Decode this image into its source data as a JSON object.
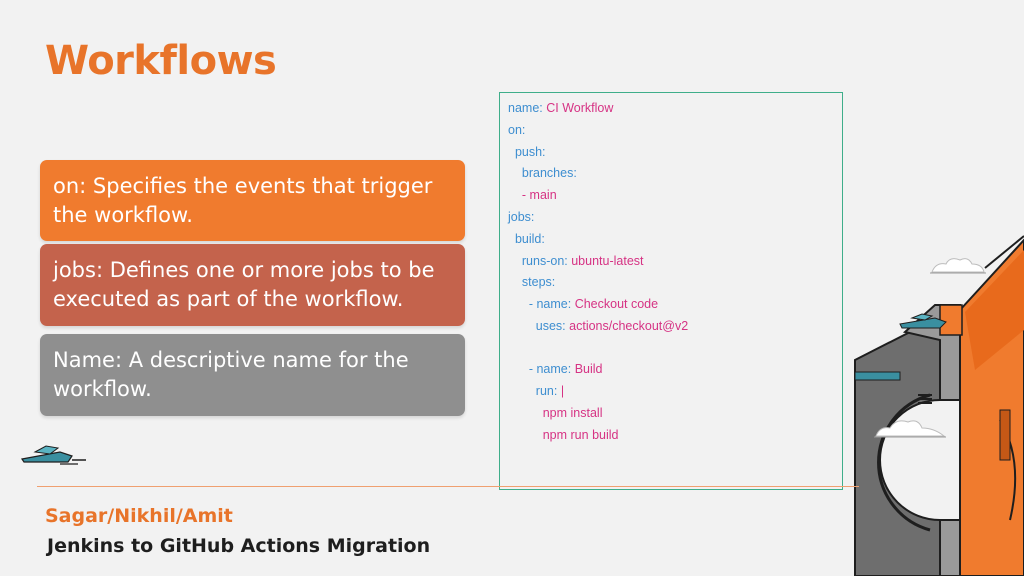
{
  "title": "Workflows",
  "cards": [
    {
      "text": "on: Specifies the events that trigger the workflow.",
      "color": "#f07b2e"
    },
    {
      "text": "jobs: Defines one or more jobs to be executed as part of the workflow.",
      "color": "#c4634c"
    },
    {
      "text": "Name: A descriptive name for the workflow.",
      "color": "#8f8f8f"
    }
  ],
  "code": [
    {
      "key": "name:",
      "value": "CI Workflow"
    },
    {
      "key": "on:",
      "value": ""
    },
    {
      "key": "  push:",
      "value": ""
    },
    {
      "key": "    branches:",
      "value": ""
    },
    {
      "key": "    -",
      "value": "main"
    },
    {
      "key": "jobs:",
      "value": ""
    },
    {
      "key": "  build:",
      "value": ""
    },
    {
      "key": "    runs-on:",
      "value": "ubuntu-latest"
    },
    {
      "key": "    steps:",
      "value": ""
    },
    {
      "key": "      - name:",
      "value": "Checkout code"
    },
    {
      "key": "        uses:",
      "value": "actions/checkout@v2"
    },
    {
      "key": "",
      "value": ""
    },
    {
      "key": "      - name:",
      "value": "Build"
    },
    {
      "key": "        run:",
      "value": "|"
    },
    {
      "key": "          ",
      "value": "npm install"
    },
    {
      "key": "          ",
      "value": "npm run build"
    }
  ],
  "footer": {
    "authors": "Sagar/Nikhil/Amit",
    "subtitle": "Jenkins to GitHub Actions Migration"
  },
  "colors": {
    "accent": "#e8742a",
    "code_key": "#3e8ed0",
    "code_value": "#d63384",
    "code_border": "#3fae8a"
  }
}
